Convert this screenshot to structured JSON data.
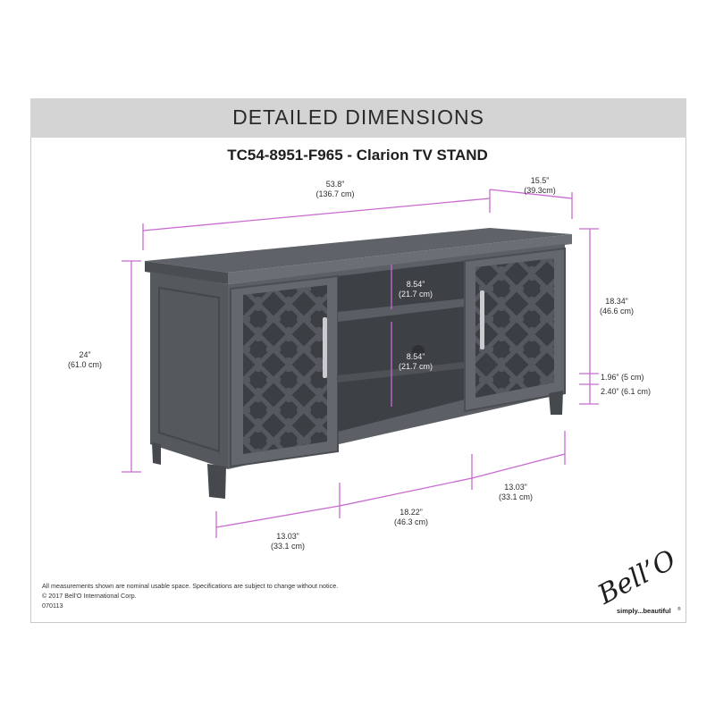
{
  "banner": {
    "title": "DETAILED DIMENSIONS"
  },
  "model": {
    "title": "TC54-8951-F965 - Clarion TV STAND"
  },
  "dimensions": {
    "width": {
      "imperial": "53.8”",
      "metric": "(136.7 cm)"
    },
    "depth": {
      "imperial": "15.5”",
      "metric": "(39.3cm)"
    },
    "height": {
      "imperial": "24”",
      "metric": "(61.0 cm)"
    },
    "shelf_upper": {
      "imperial": "8.54”",
      "metric": "(21.7 cm)"
    },
    "shelf_lower": {
      "imperial": "8.54”",
      "metric": "(21.7 cm)"
    },
    "cabinet_height": {
      "imperial": "18.34”",
      "metric": "(46.6 cm)"
    },
    "top_thickness": {
      "text": "1.96” (5 cm)"
    },
    "leg_height": {
      "text": "2.40” (6.1 cm)"
    },
    "left_section": {
      "imperial": "13.03”",
      "metric": "(33.1 cm)"
    },
    "center_section": {
      "imperial": "18.22”",
      "metric": "(46.3 cm)"
    },
    "right_section": {
      "imperial": "13.03”",
      "metric": "(33.1 cm)"
    }
  },
  "footer": {
    "disclaimer": "All measurements shown are nominal usable space. Specifications are subject to change without notice.",
    "copyright": "© 2017 Bell’O International Corp.",
    "code": "070113"
  },
  "brand": {
    "logo_text": "Bell’O",
    "tagline": "simply...beautiful",
    "registered": "®"
  },
  "colors": {
    "dimension_line": "#c86ad0",
    "furniture": "#5a5d63",
    "banner": "#d4d4d4"
  }
}
